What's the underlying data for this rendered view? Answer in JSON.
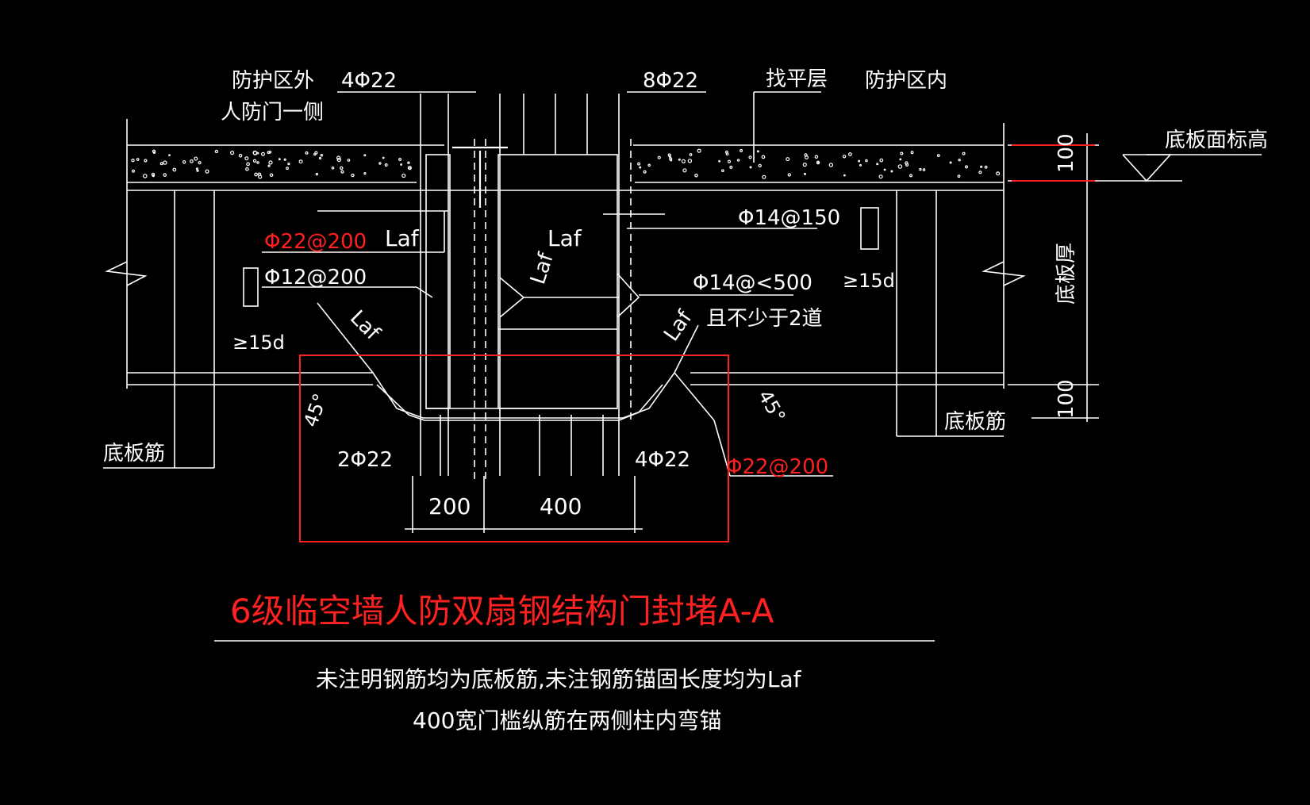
{
  "labels": {
    "outside_zone_1": "防护区外",
    "outside_zone_2": "人防门一侧",
    "inside_zone": "防护区内",
    "leveling_layer": "找平层",
    "slab_top_elev": "底板面标高",
    "slab_thickness": "底板厚",
    "slab_rebar_left": "底板筋",
    "slab_rebar_right": "底板筋",
    "bar_4d22_top": "4Φ22",
    "bar_8d22_top": "8Φ22",
    "bar_d22_200_left": "Φ22@200",
    "bar_d22_200_right": "Φ22@200",
    "bar_d12_200": "Φ12@200",
    "bar_d14_150": "Φ14@150",
    "bar_d14_500": "Φ14@<500",
    "bar_min_2": "且不少于2道",
    "laf_1": "Laf",
    "laf_2": "Laf",
    "laf_3": "Laf",
    "laf_4": "Laf",
    "laf_5": "Laf",
    "ge15d_left": "≥15d",
    "ge15d_right": "≥15d",
    "bar_2d22": "2Φ22",
    "bar_4d22_bottom": "4Φ22",
    "angle_left": "45°",
    "angle_right": "45°",
    "dim_200": "200",
    "dim_400": "400",
    "dim_100_top": "100",
    "dim_100_bottom": "100"
  },
  "title": "6级临空墙人防双扇钢结构门封堵A-A",
  "notes": [
    "未注明钢筋均为底板筋,未注钢筋锚固长度均为Laf",
    "400宽门槛纵筋在两侧柱内弯锚"
  ],
  "colors": {
    "background": "#000000",
    "linework": "#ffffff",
    "highlight": "#ff2020"
  }
}
